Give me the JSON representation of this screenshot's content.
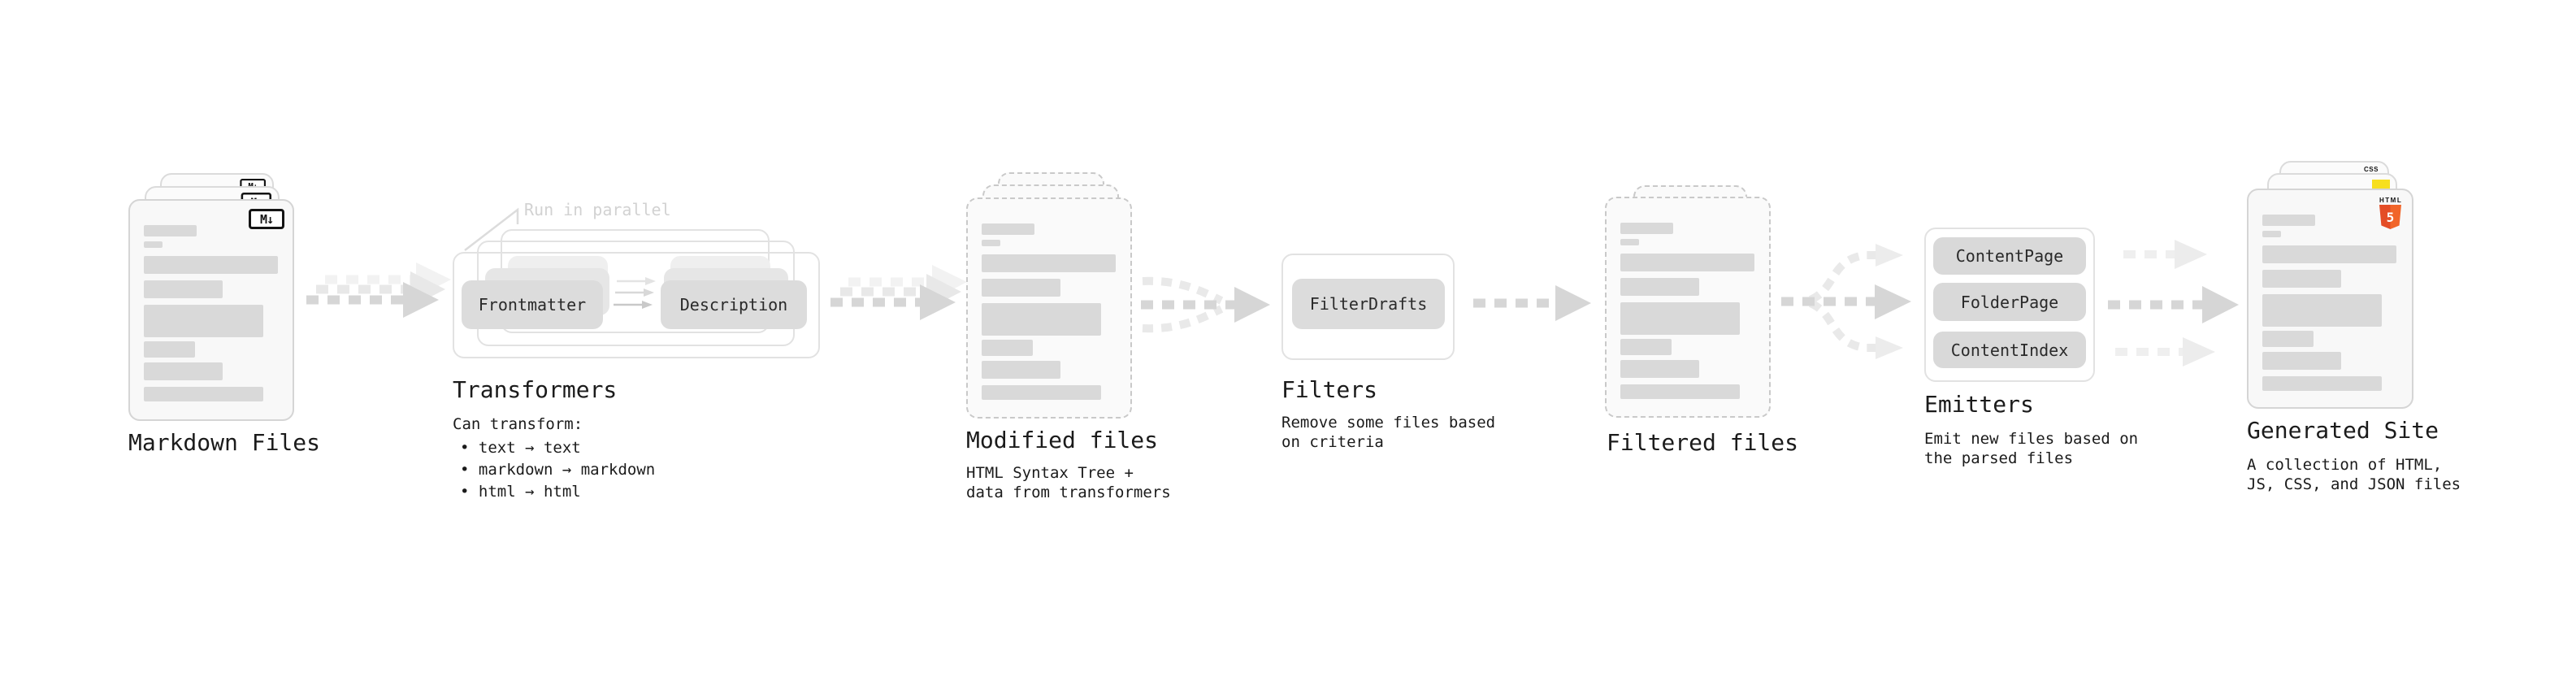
{
  "colors": {
    "html5_orange": "#e44d26",
    "html5_orange_light": "#f16529",
    "js_yellow": "#f7df1e",
    "css_blue": "#264de4"
  },
  "stages": {
    "markdown_files": {
      "label": "Markdown Files",
      "icon_label": "M↓"
    },
    "transformers": {
      "label": "Transformers",
      "note": "Run in parallel",
      "button_left": "Frontmatter",
      "button_right": "Description",
      "subtitle": "Can transform:",
      "bullets": [
        "• text → text",
        "• markdown → markdown",
        "• html → html"
      ]
    },
    "modified_files": {
      "label": "Modified files",
      "subtitle": "HTML Syntax Tree +\ndata from transformers"
    },
    "filters": {
      "label": "Filters",
      "button": "FilterDrafts",
      "subtitle": "Remove some files based\non criteria"
    },
    "filtered_files": {
      "label": "Filtered files"
    },
    "emitters": {
      "label": "Emitters",
      "buttons": [
        "ContentPage",
        "FolderPage",
        "ContentIndex"
      ],
      "subtitle": "Emit new files based on\nthe parsed files"
    },
    "generated_site": {
      "label": "Generated Site",
      "subtitle": "A collection of HTML,\nJS, CSS, and JSON files",
      "css_badge": "CSS",
      "html5_word": "HTML",
      "html5_number": "5"
    }
  }
}
